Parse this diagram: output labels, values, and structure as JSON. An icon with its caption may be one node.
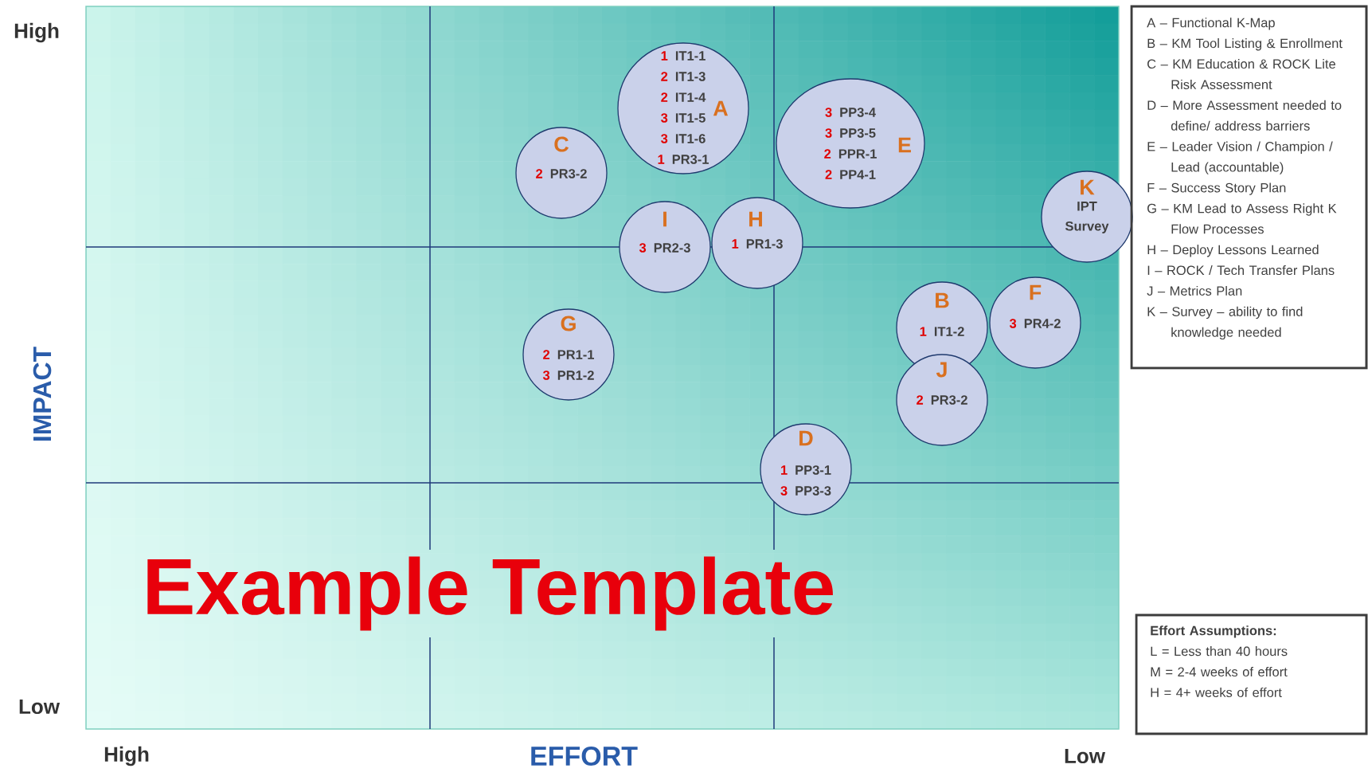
{
  "diagram": {
    "nodes": [
      {
        "text": [
          "A",
          "1",
          "IT1-1",
          "2",
          "IT1-3",
          "2",
          "IT1-4",
          "3",
          "IT1-5",
          "3",
          "IT1-6",
          "1",
          "PR3-1"
        ]
      },
      {
        "text": [
          "C",
          "2",
          "PR3-2"
        ]
      },
      {
        "text": [
          "E",
          "3",
          "PP3-4",
          "3",
          "PP3-5",
          "2",
          "PPR-1",
          "2",
          "PP4-1"
        ]
      },
      {
        "text": [
          "I",
          "3",
          "PR2-3"
        ]
      },
      {
        "text": [
          "H",
          "1",
          "PR1-3"
        ]
      },
      {
        "text": [
          "K",
          "IPT Survey"
        ]
      },
      {
        "text": [
          "G",
          "2",
          "PR1-1",
          "3",
          "PR1-2"
        ]
      },
      {
        "text": [
          "B",
          "1",
          "IT1-2"
        ]
      },
      {
        "text": [
          "F",
          "3",
          "PR4-2"
        ]
      },
      {
        "text": [
          "J",
          "2",
          "PR3-2"
        ]
      },
      {
        "text": [
          "D",
          "1",
          "PP3-1",
          "3",
          "PP3-3"
        ]
      },
      {
        "text": [
          "A – Functional K-Map",
          "B – KM Tool Listing & Enrollment",
          "C – KM Education & ROCK Lite Risk Assessment",
          "D – More Assessment needed to define/ address barriers",
          "E – Leader Vision / Champion / Lead (accountable)",
          "F – Success Story Plan",
          "G – KM Lead to Assess Right K Flow Processes",
          "H – Deploy Lessons Learned",
          "I – ROCK / Tech Transfer Plans",
          "J – Metrics Plan",
          "K – Survey – ability to find knowledge needed"
        ]
      },
      {
        "text": [
          "Effort Assumptions:",
          "L = Less than 40 hours",
          "M = 2-4 weeks of effort",
          "H = 4+ weeks of effort"
        ]
      }
    ],
    "labels": [
      "High",
      "IMPACT",
      "Low",
      "Example Template",
      "High",
      "EFFORT",
      "Low"
    ]
  }
}
